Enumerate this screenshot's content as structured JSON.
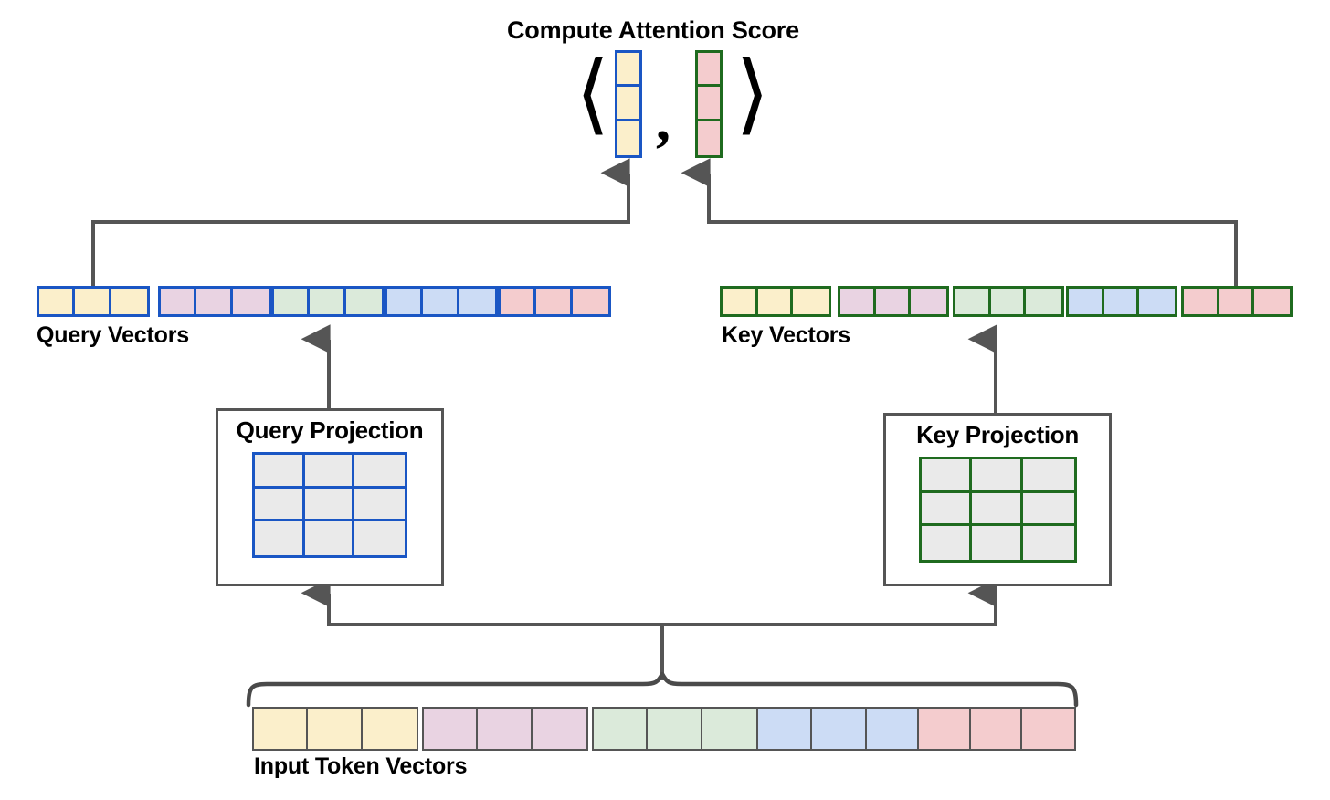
{
  "diagram": {
    "title": "Compute Attention Score",
    "accent_query": "#1a56c4",
    "accent_key": "#1f6b1f",
    "connector_color": "#555555",
    "matrix_cell_color": "#eaeaea",
    "background": "#ffffff"
  },
  "attention_score": {
    "open_bracket": "⟨",
    "separator": ",",
    "close_bracket": "⟩",
    "query_vector": {
      "name": "selected-query-vector",
      "border_color": "#1a56c4",
      "cells": [
        "#fbefcb",
        "#fbefcb",
        "#fbefcb"
      ]
    },
    "key_vector": {
      "name": "selected-key-vector",
      "border_color": "#1f6b1f",
      "cells": [
        "#f4ccce",
        "#f4ccce",
        "#f4ccce"
      ]
    }
  },
  "query_vectors": {
    "label": "Query Vectors",
    "border_color": "#1a56c4",
    "blocks": [
      {
        "token": 1,
        "color": "#fbefcb",
        "cells": 3
      },
      {
        "token": 2,
        "color": "#e9d3e2",
        "cells": 3
      },
      {
        "token": 3,
        "color": "#dbeada",
        "cells": 3
      },
      {
        "token": 4,
        "color": "#ccdcf5",
        "cells": 3
      },
      {
        "token": 5,
        "color": "#f4ccce",
        "cells": 3
      }
    ],
    "highlighted_block": 1
  },
  "key_vectors": {
    "label": "Key Vectors",
    "border_color": "#1f6b1f",
    "blocks": [
      {
        "token": 1,
        "color": "#fbefcb",
        "cells": 3
      },
      {
        "token": 2,
        "color": "#e9d3e2",
        "cells": 3
      },
      {
        "token": 3,
        "color": "#dbeada",
        "cells": 3
      },
      {
        "token": 4,
        "color": "#ccdcf5",
        "cells": 3
      },
      {
        "token": 5,
        "color": "#f4ccce",
        "cells": 3
      }
    ],
    "highlighted_block": 5
  },
  "query_projection": {
    "title": "Query Projection",
    "matrix_rows": 3,
    "matrix_cols": 3,
    "border_color": "#1a56c4"
  },
  "key_projection": {
    "title": "Key Projection",
    "matrix_rows": 3,
    "matrix_cols": 3,
    "border_color": "#1f6b1f"
  },
  "input_tokens": {
    "label": "Input Token Vectors",
    "border_color": "#555555",
    "blocks": [
      {
        "token": 1,
        "color": "#fbefcb",
        "cells": 3
      },
      {
        "token": 2,
        "color": "#e9d3e2",
        "cells": 3
      },
      {
        "token": 3,
        "color": "#dbeada",
        "cells": 3
      },
      {
        "token": 4,
        "color": "#ccdcf5",
        "cells": 3
      },
      {
        "token": 5,
        "color": "#f4ccce",
        "cells": 3
      }
    ]
  }
}
